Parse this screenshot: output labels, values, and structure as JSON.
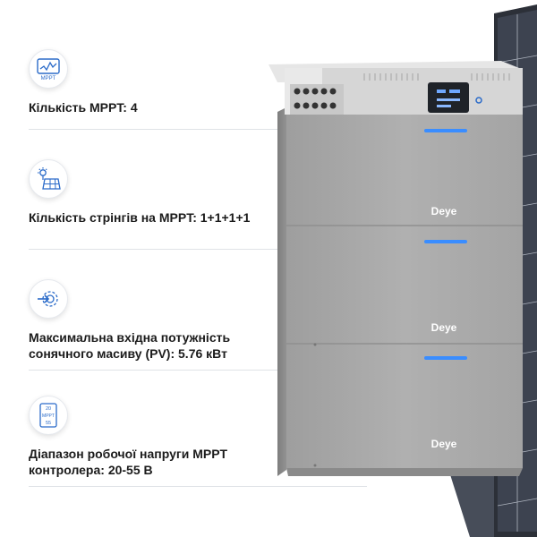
{
  "features": [
    {
      "icon": "mppt-chart-icon",
      "icon_text": "MPPT",
      "caption": "Кількість MPPT: 4"
    },
    {
      "icon": "solar-panel-icon",
      "icon_text": "",
      "caption": "Кількість стрінгів на MPPT: 1+1+1+1"
    },
    {
      "icon": "power-input-icon",
      "icon_text": "",
      "caption": "Максимальна вхідна потужність сонячного масиву (PV): 5.76 кВт"
    },
    {
      "icon": "voltage-range-icon",
      "icon_text": "MPPT",
      "caption": "Діапазон робочої напруги MPPT контролера: 20-55 В",
      "range_top": "20",
      "range_bottom": "55"
    }
  ],
  "product": {
    "brand": "Deye",
    "colors": {
      "body": "#a9a9a9",
      "top": "#d4d4d4",
      "led": "#3a8dff"
    }
  },
  "colors": {
    "accent": "#2b6bc9",
    "text": "#1b1b1b"
  }
}
